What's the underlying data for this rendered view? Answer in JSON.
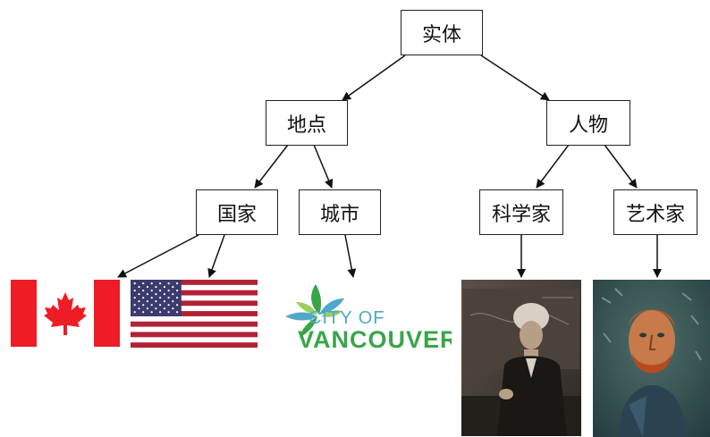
{
  "tree": {
    "root": "实体",
    "place": "地点",
    "person": "人物",
    "country": "国家",
    "city": "城市",
    "scientist": "科学家",
    "artist": "艺术家"
  },
  "images": {
    "canada_flag": "canada-flag",
    "us_flag": "us-flag",
    "vancouver_logo_line1": "CITY OF",
    "vancouver_logo_line2": "VANCOUVER",
    "einstein_photo": "scientist-portrait",
    "van_gogh_painting": "artist-self-portrait"
  }
}
